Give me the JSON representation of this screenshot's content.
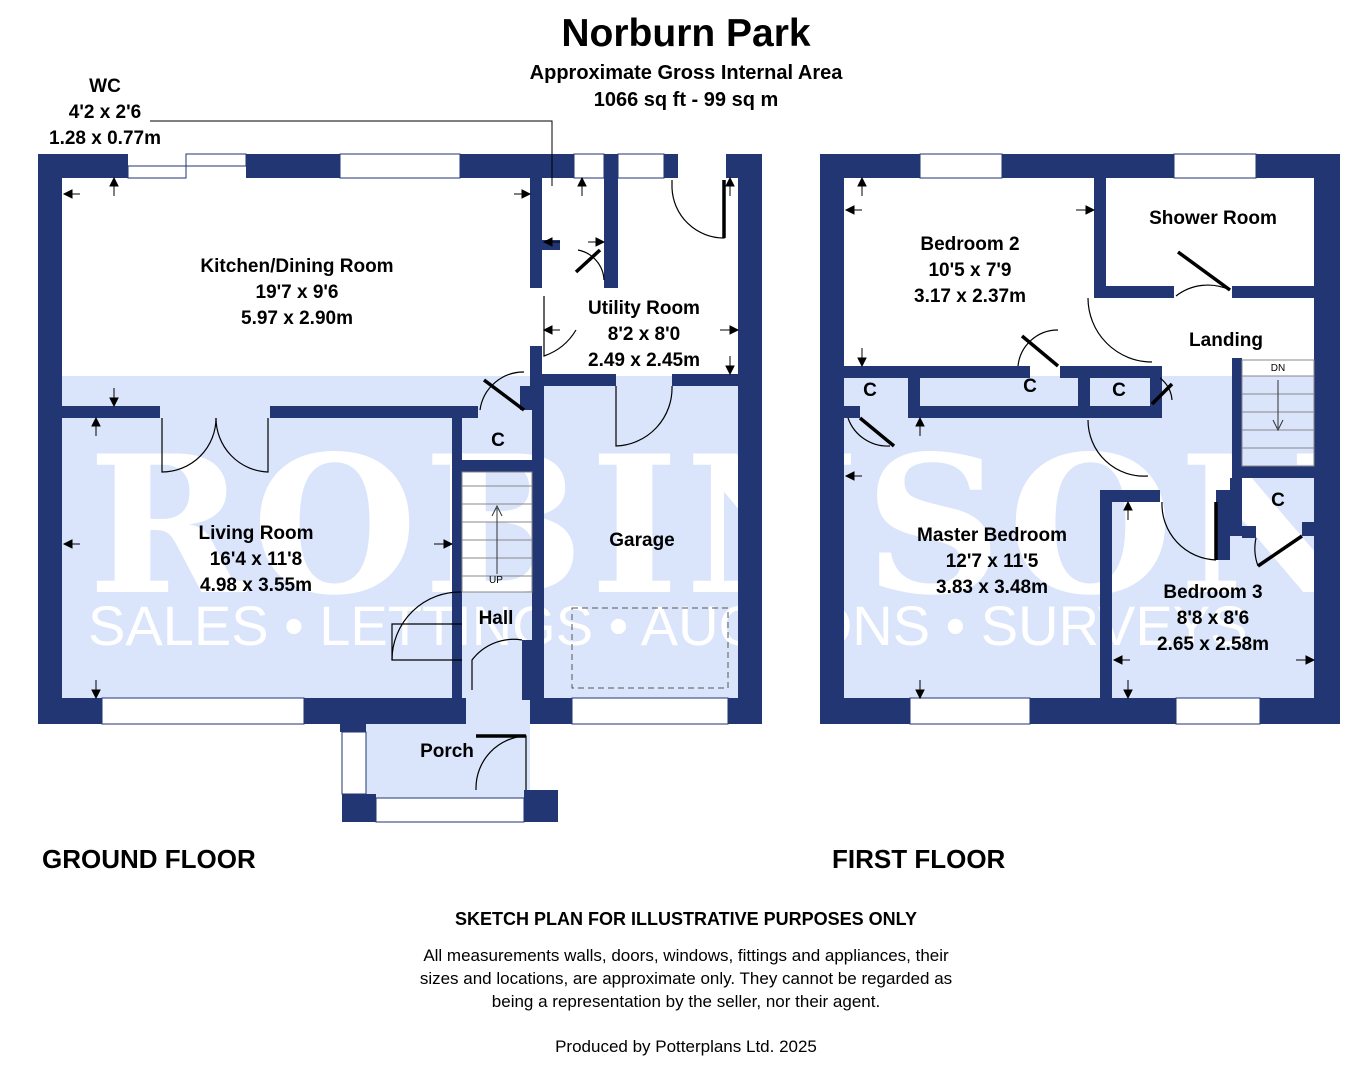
{
  "header": {
    "title": "Norburn Park",
    "area_line1": "Approximate Gross Internal Area",
    "area_line2": "1066 sq ft - 99 sq m"
  },
  "watermark": {
    "brand": "ROBINSONS",
    "tagline": "SALES • LETTINGS • AUCTIONS • SURVEYS"
  },
  "colors": {
    "wall": "#213672",
    "floor_tint": "#dae5fb",
    "watermark_text": "#ffffff"
  },
  "ground_floor": {
    "label": "GROUND FLOOR",
    "rooms": {
      "wc": {
        "name": "WC",
        "imperial": "4'2 x 2'6",
        "metric": "1.28 x 0.77m"
      },
      "kitchen": {
        "name": "Kitchen/Dining Room",
        "imperial": "19'7 x 9'6",
        "metric": "5.97 x 2.90m"
      },
      "utility": {
        "name": "Utility Room",
        "imperial": "8'2 x 8'0",
        "metric": "2.49 x 2.45m"
      },
      "living": {
        "name": "Living Room",
        "imperial": "16'4 x 11'8",
        "metric": "4.98 x 3.55m"
      },
      "garage": {
        "name": "Garage"
      },
      "hall": {
        "name": "Hall"
      },
      "porch": {
        "name": "Porch"
      },
      "cupboard": {
        "name": "C"
      },
      "stairs": {
        "name": "UP"
      }
    }
  },
  "first_floor": {
    "label": "FIRST FLOOR",
    "rooms": {
      "bedroom2": {
        "name": "Bedroom 2",
        "imperial": "10'5 x 7'9",
        "metric": "3.17 x 2.37m"
      },
      "shower": {
        "name": "Shower Room"
      },
      "landing": {
        "name": "Landing"
      },
      "master": {
        "name": "Master Bedroom",
        "imperial": "12'7 x 11'5",
        "metric": "3.83 x 3.48m"
      },
      "bedroom3": {
        "name": "Bedroom 3",
        "imperial": "8'8 x 8'6",
        "metric": "2.65 x 2.58m"
      },
      "cupboard_a": {
        "name": "C"
      },
      "cupboard_b": {
        "name": "C"
      },
      "cupboard_c": {
        "name": "C"
      },
      "cupboard_d": {
        "name": "C"
      },
      "stairs": {
        "name": "DN"
      }
    }
  },
  "footer": {
    "sketch_notice": "SKETCH PLAN FOR ILLUSTRATIVE PURPOSES ONLY",
    "disclaimer_line1": "All measurements walls, doors, windows, fittings and appliances, their",
    "disclaimer_line2": "sizes and locations, are approximate only. They cannot be regarded as",
    "disclaimer_line3": "being a representation by the seller, nor their agent.",
    "produced_by": "Produced by Potterplans Ltd. 2025"
  }
}
